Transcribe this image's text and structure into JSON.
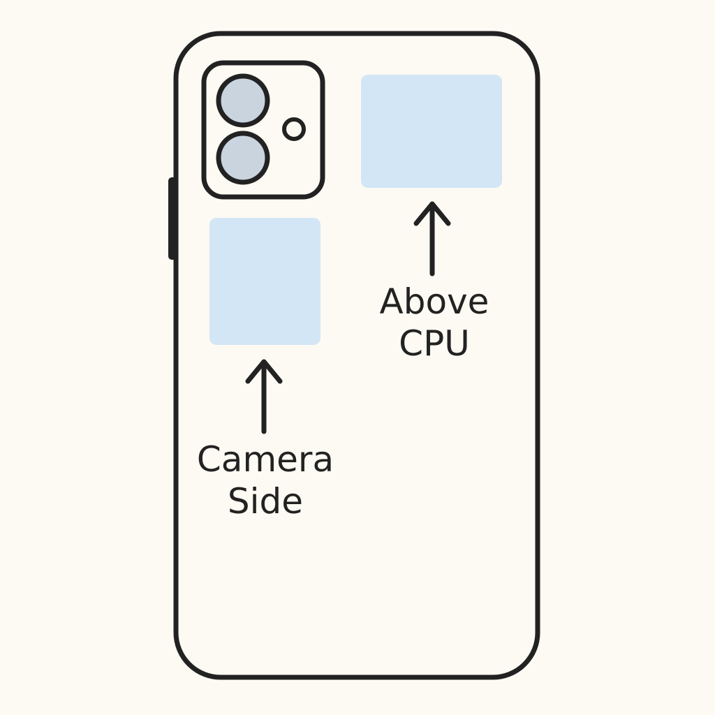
{
  "colors": {
    "background": "#fdfaf3",
    "outline": "#222222",
    "lens_fill": "#c9d4df",
    "zone_fill": "#d3e6f5"
  },
  "icons": {
    "camera_module": "camera-module-icon",
    "flash": "flash-icon",
    "arrow": "arrow-up-icon"
  },
  "zones": {
    "camera_side": {
      "label_line1": "Camera",
      "label_line2": "Side"
    },
    "above_cpu": {
      "label_line1": "Above",
      "label_line2": "CPU"
    }
  }
}
